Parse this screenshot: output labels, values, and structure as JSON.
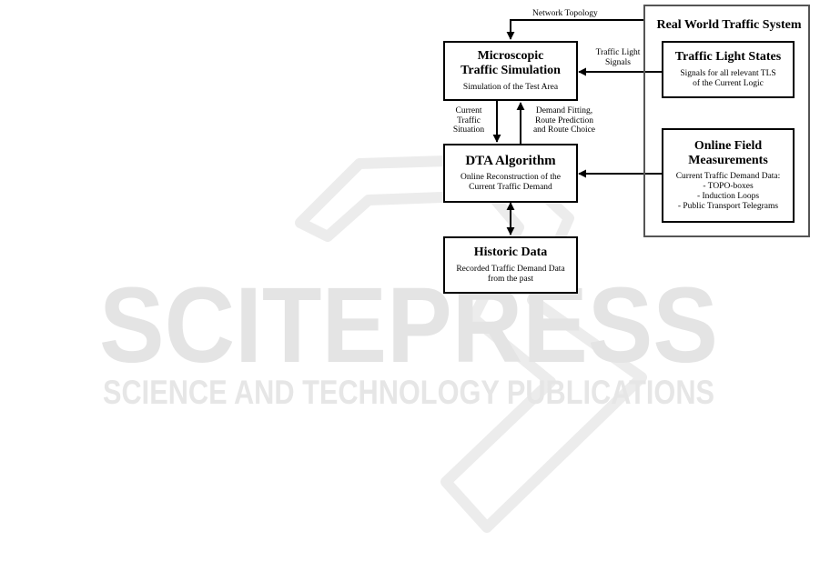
{
  "watermark": {
    "brand": "SCITEPRESS",
    "tagline": "SCIENCE AND TECHNOLOGY PUBLICATIONS"
  },
  "system": {
    "title": "Real World Traffic System"
  },
  "nodes": {
    "micro": {
      "title_l1": "Microscopic",
      "title_l2": "Traffic Simulation",
      "sub": "Simulation of the Test Area"
    },
    "dta": {
      "title": "DTA Algorithm",
      "sub_l1": "Online Reconstruction of the",
      "sub_l2": "Current Traffic Demand"
    },
    "historic": {
      "title": "Historic Data",
      "sub_l1": "Recorded Traffic Demand Data",
      "sub_l2": "from the past"
    },
    "tls": {
      "title": "Traffic Light States",
      "sub_l1": "Signals for all relevant TLS",
      "sub_l2": "of the Current Logic"
    },
    "field": {
      "title_l1": "Online Field",
      "title_l2": "Measurements",
      "sub": "Current Traffic Demand Data:",
      "items": [
        "- TOPO-boxes",
        "- Induction Loops",
        "- Public Transport Telegrams"
      ]
    }
  },
  "edges": {
    "network_topology": "Network Topology",
    "tl_signals_l1": "Traffic Light",
    "tl_signals_l2": "Signals",
    "current_l1": "Current",
    "current_l2": "Traffic",
    "current_l3": "Situation",
    "demand_l1": "Demand Fitting,",
    "demand_l2": "Route Prediction",
    "demand_l3": "and Route Choice"
  }
}
